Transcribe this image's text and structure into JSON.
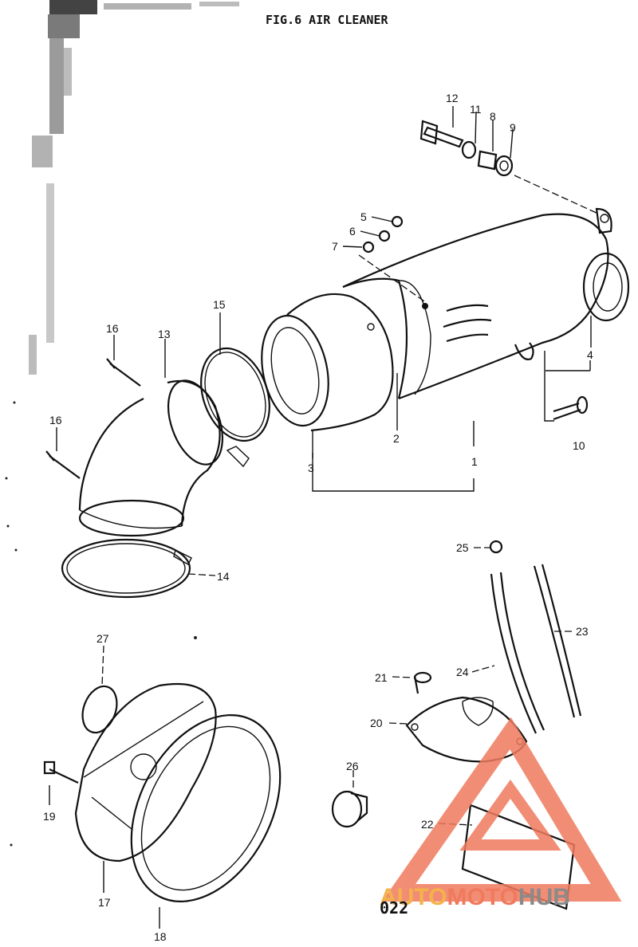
{
  "title": "FIG.6  AIR CLEANER",
  "page_code": "022",
  "watermark": {
    "part1": "AUTO",
    "part2": "MOTO",
    "part3": "HUB",
    "colors": {
      "auto": "#f4b24a",
      "moto": "#f07a5e",
      "hub": "#8a8a8a",
      "logo": "#f07a5e"
    }
  },
  "callouts": [
    "1",
    "2",
    "3",
    "4",
    "5",
    "6",
    "7",
    "8",
    "9",
    "10",
    "11",
    "12",
    "13",
    "14",
    "15",
    "16",
    "16",
    "17",
    "18",
    "19",
    "20",
    "21",
    "22",
    "23",
    "24",
    "25",
    "26",
    "27"
  ]
}
